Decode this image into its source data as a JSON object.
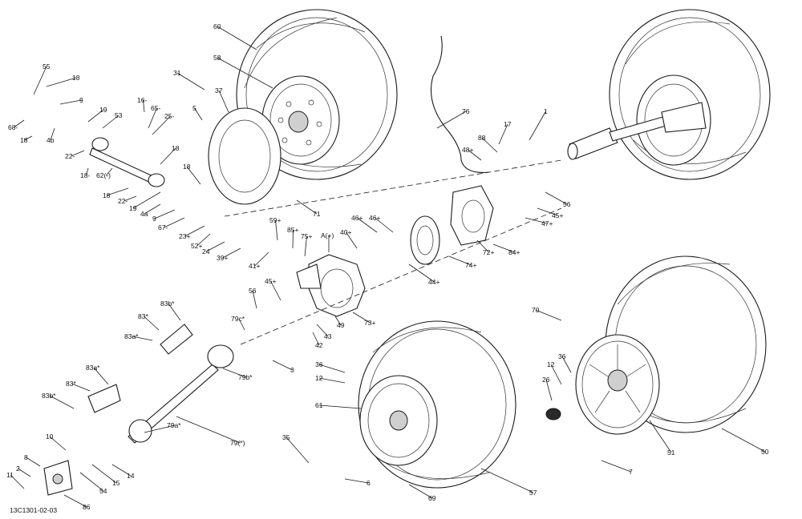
{
  "diagram": {
    "reference_code": "13C1301-02-03",
    "callouts": [
      "60",
      "58",
      "55",
      "18",
      "9",
      "68-",
      "18",
      "4b",
      "19",
      "53",
      "16-",
      "65-",
      "25-",
      "22-",
      "18-",
      "62(-)",
      "18",
      "18",
      "22-",
      "19",
      "4a",
      "9",
      "67-",
      "31",
      "5",
      "37",
      "18",
      "76",
      "1",
      "88",
      "17",
      "48+",
      "56",
      "45+",
      "47+",
      "71",
      "59+",
      "85+",
      "75+",
      "A(+)",
      "40+",
      "46+",
      "46+",
      "23+",
      "52+",
      "24",
      "39+",
      "41+",
      "72+",
      "84+",
      "74+",
      "44+",
      "45+",
      "56",
      "73+",
      "43",
      "42",
      "49",
      "83b*",
      "83*",
      "83a*",
      "79c*",
      "79b*",
      "3",
      "36",
      "12",
      "61",
      "70",
      "36",
      "12",
      "26",
      "83a*",
      "83*",
      "83b*",
      "79a*",
      "79(*)",
      "10",
      "8",
      "2",
      "11",
      "15",
      "54",
      "14",
      "86",
      "35",
      "6",
      "69",
      "57",
      "51",
      "7",
      "50"
    ]
  }
}
